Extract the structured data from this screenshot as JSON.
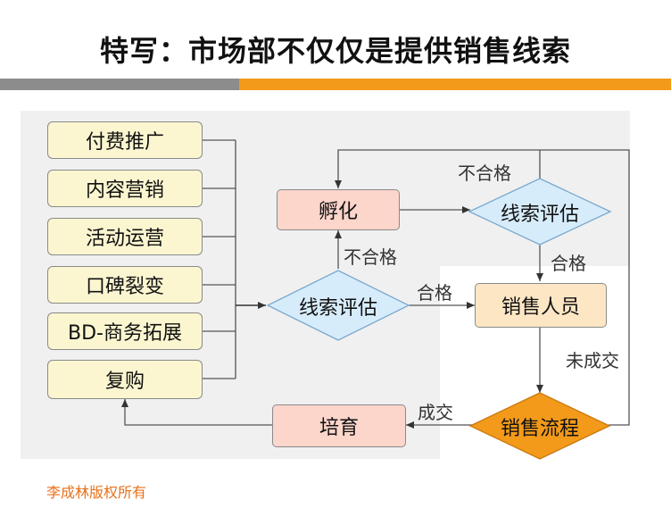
{
  "title": "特写：市场部不仅仅是提供销售线索",
  "sources": [
    "付费推广",
    "内容营销",
    "活动运营",
    "口碑裂变",
    "BD-商务拓展",
    "复购"
  ],
  "nodes": {
    "incubate": "孵化",
    "evaluate_main": "线索评估",
    "evaluate_second": "线索评估",
    "sales_person": "销售人员",
    "sales_process": "销售流程",
    "nurture": "培育"
  },
  "labels": {
    "unqualified_top": "不合格",
    "unqualified_mid": "不合格",
    "qualified_mid": "合格",
    "qualified_right": "合格",
    "not_closed": "未成交",
    "closed": "成交"
  },
  "footer": "李成林版权所有",
  "colors": {
    "orange_accent": "#f39a1b",
    "gray_bar": "#8c8c8c",
    "source_fill": "#fbf6d0",
    "pink_fill": "#fcd5cb",
    "cream_fill": "#fde6c4",
    "diamond_blue": "#d7ecfb",
    "diamond_orange": "#f39a1b",
    "panel_gray": "#f0f0f0"
  }
}
